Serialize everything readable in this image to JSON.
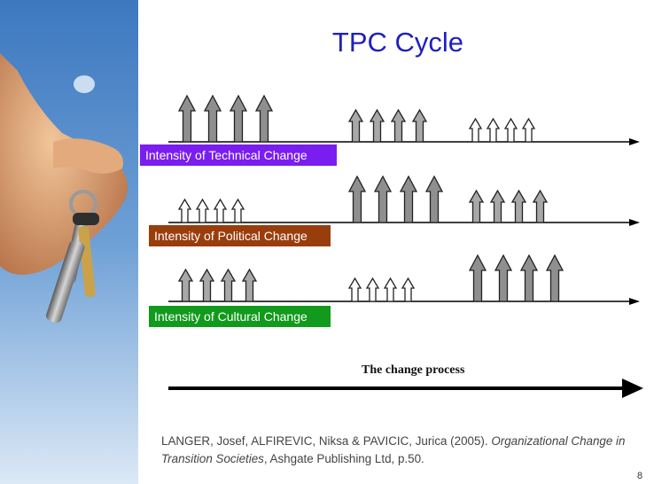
{
  "slide": {
    "title": "TPC Cycle",
    "page_number": "8"
  },
  "rows": [
    {
      "label": "Intensity of Technical Change",
      "color": "#7a1df0",
      "groups": [
        "high",
        "medium",
        "low"
      ]
    },
    {
      "label": "Intensity of Political Change",
      "color": "#9a3d0c",
      "groups": [
        "low",
        "high",
        "medium"
      ]
    },
    {
      "label": "Intensity of Cultural Change",
      "color": "#119a1c",
      "groups": [
        "medium",
        "low",
        "high"
      ]
    }
  ],
  "process": {
    "label": "The change process"
  },
  "citation": {
    "part1": "LANGER, Josef, ALFIREVIC, Niksa & PAVICIC, Jurica (2005).",
    "italic": "Organizational Change in Transition Societies",
    "part2": ", Ashgate Publishing Ltd,  p.50."
  },
  "colors": {
    "title": "#1f1fbf"
  }
}
